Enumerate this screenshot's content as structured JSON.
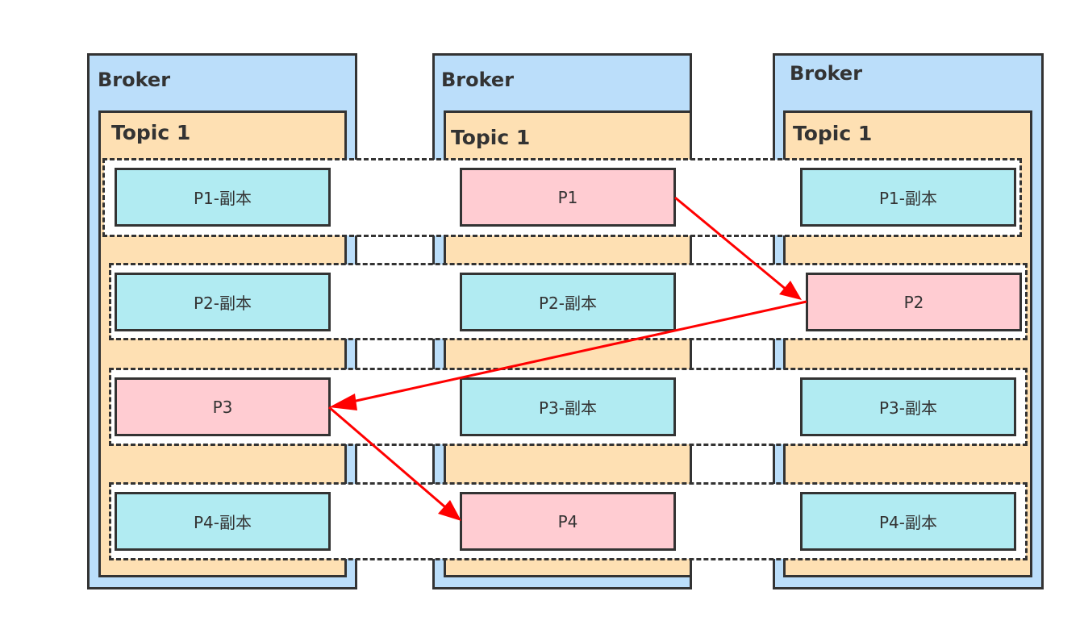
{
  "colors": {
    "broker_fill": "#bbdefa",
    "topic_fill": "#fee0b3",
    "leader_fill": "#ffccd2",
    "replica_fill": "#b1ebf2",
    "arrow": "#ff0000",
    "stroke": "#333333"
  },
  "brokers": [
    {
      "label": "Broker",
      "topic": "Topic 1"
    },
    {
      "label": "Broker",
      "topic": "Topic 1"
    },
    {
      "label": "Broker",
      "topic": "Topic 1"
    }
  ],
  "rows": [
    {
      "partition": "P1",
      "cells": [
        {
          "label": "P1-副本",
          "role": "replica"
        },
        {
          "label": "P1",
          "role": "leader"
        },
        {
          "label": "P1-副本",
          "role": "replica"
        }
      ]
    },
    {
      "partition": "P2",
      "cells": [
        {
          "label": "P2-副本",
          "role": "replica"
        },
        {
          "label": "P2-副本",
          "role": "replica"
        },
        {
          "label": "P2",
          "role": "leader"
        }
      ]
    },
    {
      "partition": "P3",
      "cells": [
        {
          "label": "P3",
          "role": "leader"
        },
        {
          "label": "P3-副本",
          "role": "replica"
        },
        {
          "label": "P3-副本",
          "role": "replica"
        }
      ]
    },
    {
      "partition": "P4",
      "cells": [
        {
          "label": "P4-副本",
          "role": "replica"
        },
        {
          "label": "P4",
          "role": "leader"
        },
        {
          "label": "P4-副本",
          "role": "replica"
        }
      ]
    }
  ],
  "arrows": [
    {
      "from": "P1",
      "to": "P2"
    },
    {
      "from": "P2",
      "to": "P3"
    },
    {
      "from": "P3",
      "to": "P4"
    }
  ]
}
